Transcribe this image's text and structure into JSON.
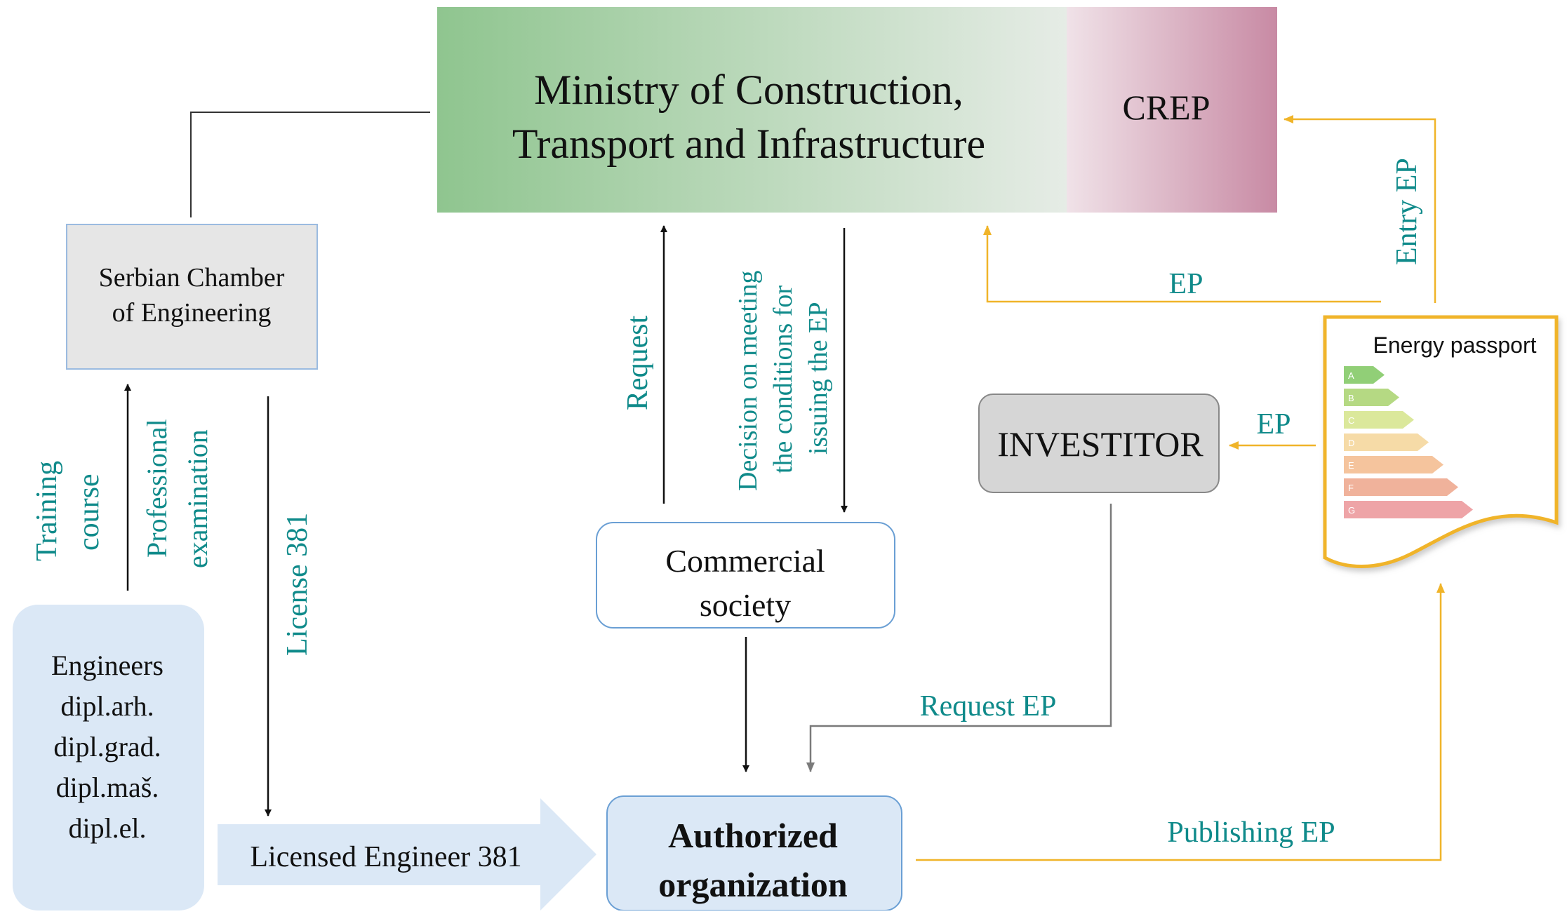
{
  "ministry": {
    "line1": "Ministry of Construction,",
    "line2": "Transport and Infrastructure"
  },
  "crep": {
    "label": "CREP"
  },
  "chamber": {
    "line1": "Serbian Chamber",
    "line2": "of Engineering"
  },
  "engineers": {
    "lines": [
      "Engineers",
      "dipl.arh.",
      "dipl.grad.",
      "dipl.maš.",
      "dipl.el."
    ]
  },
  "licensed": {
    "label": "Licensed Engineer 381"
  },
  "commercial": {
    "line1": "Commercial",
    "line2": "society"
  },
  "authorized": {
    "line1": "Authorized",
    "line2": "organization"
  },
  "investitor": {
    "label": "INVESTITOR"
  },
  "energy_passport": {
    "title": "Energy passport",
    "classes": [
      "A",
      "B",
      "C",
      "D",
      "E",
      "F",
      "G"
    ],
    "class_colors": [
      "#6cbf4a",
      "#9ccc5a",
      "#cfe07a",
      "#f3cf8a",
      "#f1b07c",
      "#eb987a",
      "#e8868a"
    ]
  },
  "labels": {
    "training_line1": "Training",
    "training_line2": "course",
    "professional_line1": "Professional",
    "professional_line2": "examination",
    "license": "License 381",
    "request": "Request",
    "decision_line1": "Decision on meeting",
    "decision_line2": "the conditions for",
    "decision_line3": "issuing the EP",
    "ep_top": "EP",
    "entry_ep": "Entry EP",
    "ep_mid": "EP",
    "request_ep": "Request EP",
    "publishing_ep": "Publishing EP"
  },
  "colors": {
    "ministry_green": "#8fc58f",
    "crep_pink": "#c88aa4",
    "flow_orange": "#f0b429",
    "label_teal": "#0f8a8a",
    "box_blue_light": "#dbe8f6",
    "box_border_blue": "#6a9fd4"
  }
}
